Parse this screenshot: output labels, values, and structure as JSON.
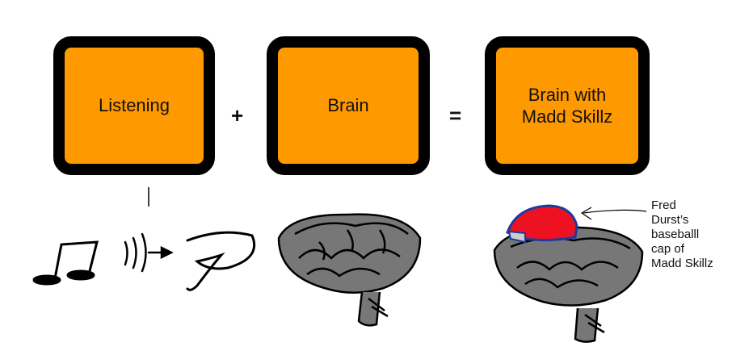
{
  "boxes": {
    "listening": "Listening",
    "brain": "Brain",
    "result": "Brain with\nMadd Skillz"
  },
  "operators": {
    "plus": "+",
    "equals": "="
  },
  "annotation": "Fred\nDurst’s\nbaseballl\ncap of\nMadd Skillz",
  "colors": {
    "box_fill": "#ff9900",
    "brain": "#777777",
    "cap": "#ee1122",
    "cap_brim": "#1b3c9c"
  },
  "icons": [
    "music-note-icon",
    "sound-waves-icon",
    "ear-icon",
    "brain-icon",
    "brain-with-cap-icon",
    "arrow-icon"
  ]
}
